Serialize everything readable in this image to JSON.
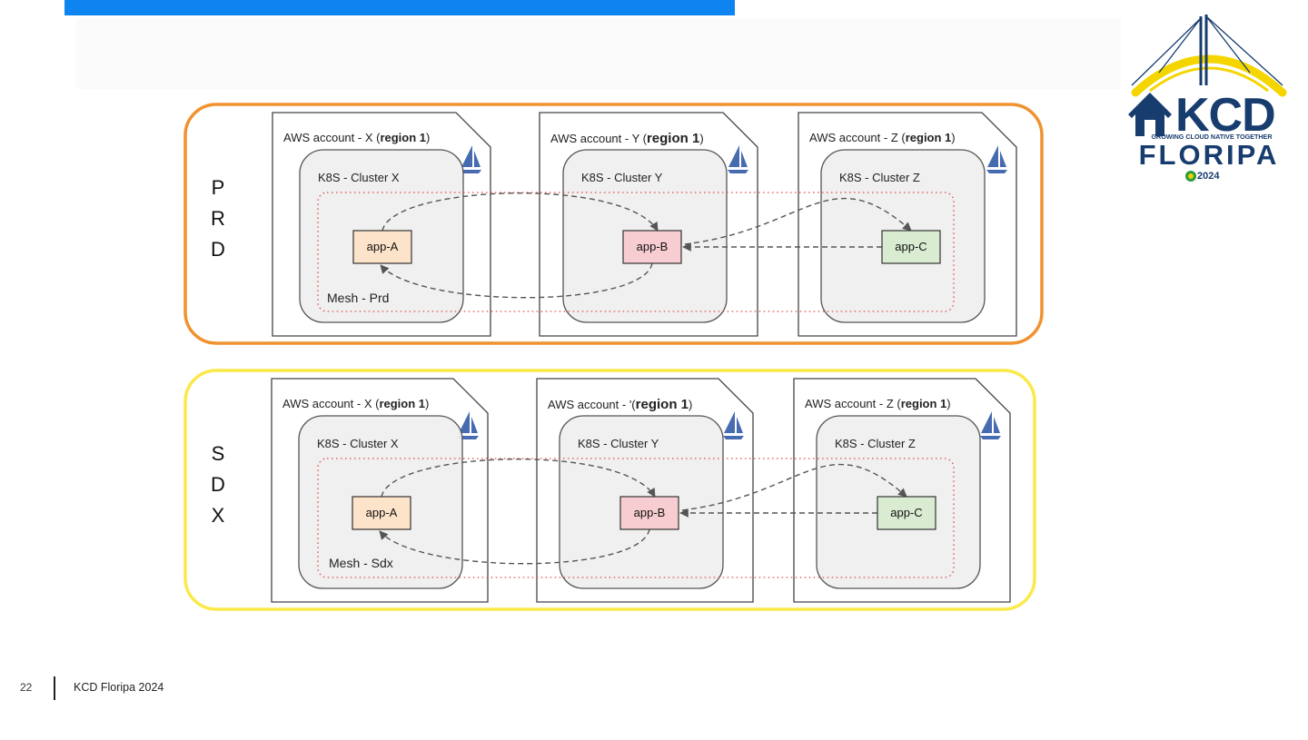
{
  "colors": {
    "top_bar": "#0d84f0",
    "prd_border": "#f0922f",
    "sdx_border": "#fbe94a",
    "cluster_fill": "#efefef",
    "mesh_dotted": "#e04a4a",
    "app_a_fill": "#fde3c9",
    "app_b_fill": "#f8cdd1",
    "app_c_fill": "#d9ecd2",
    "istio_sail": "#466bb0",
    "logo_blue": "#173c6e",
    "logo_yellow": "#f5d500"
  },
  "logo": {
    "kcd": "KCD",
    "tagline": "GROWING CLOUD NATIVE TOGETHER",
    "city": "FLORIPA",
    "year": "2024"
  },
  "environments": [
    {
      "letters": [
        "P",
        "R",
        "D"
      ],
      "mesh_label": "Mesh - Prd",
      "accounts": [
        {
          "prefix": "AWS account - X (",
          "region": "region 1",
          "suffix": ")",
          "cluster": "K8S - Cluster X",
          "app": "app-A"
        },
        {
          "prefix": "AWS account - Y (",
          "region": "region 1",
          "suffix": ")",
          "cluster": "K8S - Cluster Y",
          "app": "app-B"
        },
        {
          "prefix": "AWS account - Z (",
          "region": "region 1",
          "suffix": ")",
          "cluster": "K8S - Cluster Z",
          "app": "app-C"
        }
      ]
    },
    {
      "letters": [
        "S",
        "D",
        "X"
      ],
      "mesh_label": "Mesh - Sdx",
      "accounts": [
        {
          "prefix": "AWS account - X (",
          "region": "region 1",
          "suffix": ")",
          "cluster": "K8S - Cluster X",
          "app": "app-A"
        },
        {
          "prefix": "AWS account - '(",
          "region": "region 1",
          "suffix": ")",
          "cluster": "K8S - Cluster Y",
          "app": "app-B"
        },
        {
          "prefix": "AWS account - Z (",
          "region": "region 1",
          "suffix": ")",
          "cluster": "K8S - Cluster Z",
          "app": "app-C"
        }
      ]
    }
  ],
  "footer": {
    "page_number": "22",
    "text": "KCD Floripa 2024"
  }
}
